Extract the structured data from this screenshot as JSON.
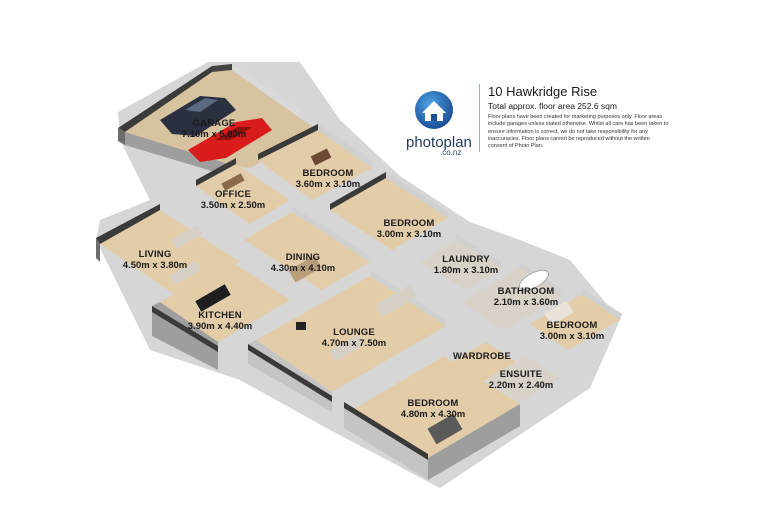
{
  "header": {
    "title": "10 Hawkridge Rise",
    "total_area": "Total approx. floor area 252.6 sqm",
    "disclaimer": "Floor plans have been created for marketing purposes only. Floor areas include garages unless stated otherwise. Whilst all care has been taken to ensure information is correct, we do not take responsibility for any inaccuracies. Floor plans cannot be reproduced without the written consent of Photo Plan."
  },
  "brand": {
    "logo_icon": "house-icon",
    "name": "photoplan",
    "domain": ".co.nz",
    "brand_color": "#1f5fa8"
  },
  "rooms": [
    {
      "id": "garage",
      "name": "GARAGE",
      "dims": "7.10m x 5.80m"
    },
    {
      "id": "bedroom-2",
      "name": "BEDROOM",
      "dims": "3.60m x 3.10m"
    },
    {
      "id": "office",
      "name": "OFFICE",
      "dims": "3.50m x 2.50m"
    },
    {
      "id": "bedroom-3",
      "name": "BEDROOM",
      "dims": "3.00m x 3.10m"
    },
    {
      "id": "living",
      "name": "LIVING",
      "dims": "4.50m x 3.80m"
    },
    {
      "id": "dining",
      "name": "DINING",
      "dims": "4.30m x 4.10m"
    },
    {
      "id": "laundry",
      "name": "LAUNDRY",
      "dims": "1.80m x 3.10m"
    },
    {
      "id": "bathroom",
      "name": "BATHROOM",
      "dims": "2.10m x 3.60m"
    },
    {
      "id": "bedroom-4",
      "name": "BEDROOM",
      "dims": "3.00m x 3.10m"
    },
    {
      "id": "kitchen",
      "name": "KITCHEN",
      "dims": "3.90m x 4.40m"
    },
    {
      "id": "lounge",
      "name": "LOUNGE",
      "dims": "4.70m x 7.50m"
    },
    {
      "id": "wardrobe",
      "name": "WARDROBE",
      "dims": ""
    },
    {
      "id": "ensuite",
      "name": "ENSUITE",
      "dims": "2.20m x 2.40m"
    },
    {
      "id": "bedroom-master",
      "name": "BEDROOM",
      "dims": "4.80m x 4.30m"
    }
  ],
  "colors": {
    "floor_wood": "#e3cda8",
    "floor_tile": "#d9d2c8",
    "wall_top": "#3a3a3a",
    "wall_face": "#cfcfcf",
    "wall_dark": "#7a7a7a",
    "car_red": "#d81c1c",
    "car_dark": "#2a3040"
  }
}
